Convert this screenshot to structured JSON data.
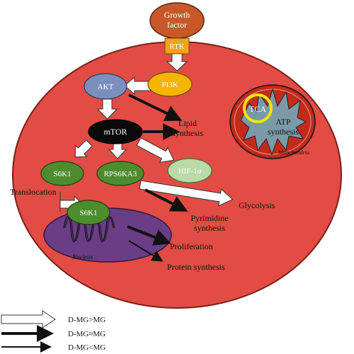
{
  "nodes": {
    "growth_factor": {
      "line1": "Growth",
      "line2": "factor"
    },
    "rtk": "RTK",
    "pi3k": "PI3K",
    "akt": "AKT",
    "mtor": "mTOR",
    "s6k1_cyto": "S6K1",
    "rps6ka3": "RPS6KA3",
    "hif1a": "HIF-1α",
    "s6k1_nuc": "S6K1",
    "tca": "TCA"
  },
  "labels": {
    "lipid": {
      "line1": "Lipid",
      "line2": "synthesis"
    },
    "atp": {
      "line1": "ATP",
      "line2": "synthesis"
    },
    "mitochondria": "Mitochondria",
    "translocation": "Translocation",
    "glycolysis": "Glycolysis",
    "pyrimidine": {
      "line1": "Pyrimidine",
      "line2": "synthesis"
    },
    "nucleus": "Nucleus",
    "proliferation": "Proliferation",
    "protein": "Protein synthesis"
  },
  "legend": [
    {
      "style": "hollow",
      "label": "D-MG>MG"
    },
    {
      "style": "thick",
      "label": "D-MG≈MG"
    },
    {
      "style": "thin",
      "label": "D-MG<MG"
    }
  ],
  "colors": {
    "cell_fill": "#e24c44",
    "cell_stroke": "#7a1f18",
    "growth_factor_fill": "#c8582a",
    "rtk_fill": "#f6a21a",
    "pi3k_fill": "#f5b400",
    "akt_fill": "#7a8fbc",
    "mtor_fill": "#0a0a0a",
    "green_node_fill": "#4d8c2f",
    "hif_fill": "#b8dba7",
    "nucleus_fill": "#6a3d86",
    "mito_outer": "#c22a1c",
    "mito_inner": "#7a9aa8",
    "tca_ring": "#f2e600"
  }
}
